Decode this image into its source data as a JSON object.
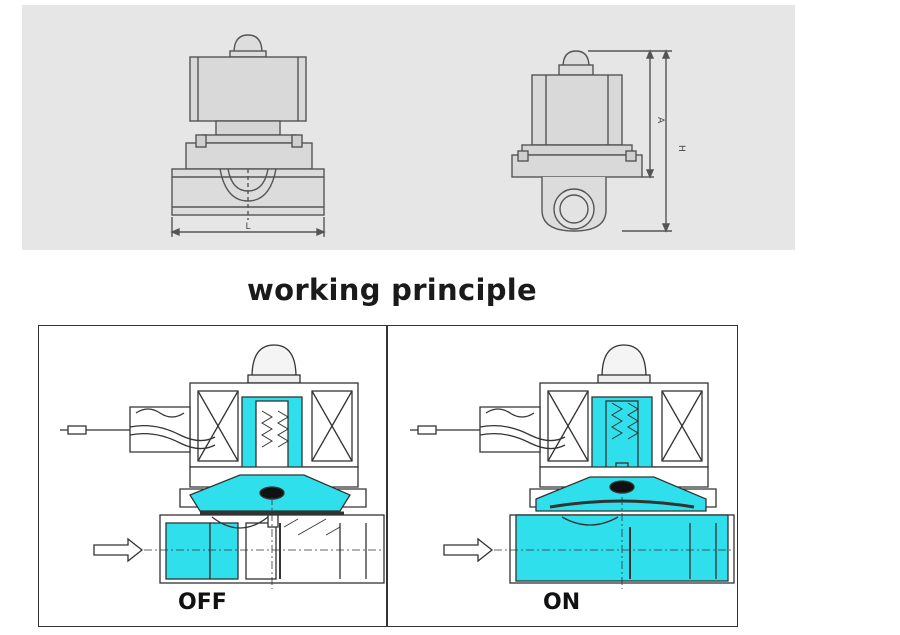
{
  "drawing": {
    "dim_length": "L",
    "dim_height": "H",
    "dim_a": "A"
  },
  "heading": "working principle",
  "states": [
    {
      "label": "OFF",
      "flow": "blocked"
    },
    {
      "label": "ON",
      "flow": "open"
    }
  ],
  "colors": {
    "fluid": "#2fe0ec",
    "line": "#333333",
    "panel": "#e6e6e6"
  }
}
